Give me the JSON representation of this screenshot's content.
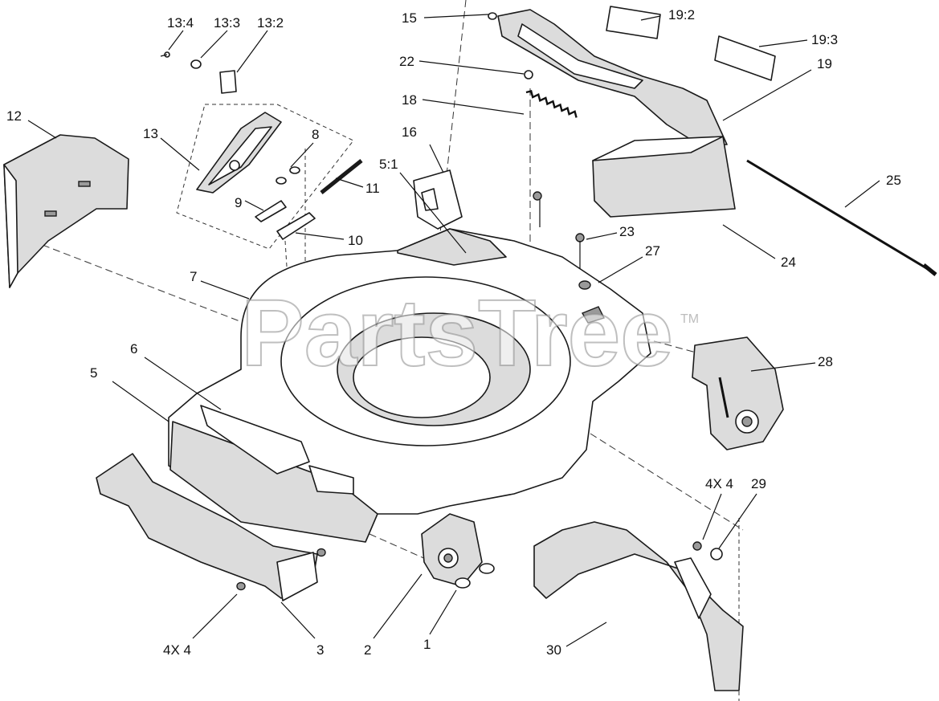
{
  "watermark": {
    "text": "PartsTree",
    "tm": "TM"
  },
  "callouts": {
    "c1": "1",
    "c2": "2",
    "c3": "3",
    "c4x4_left": "4X 4",
    "c4x4_right": "4X 4",
    "c5": "5",
    "c5_1": "5:1",
    "c6": "6",
    "c7": "7",
    "c8": "8",
    "c9": "9",
    "c10": "10",
    "c11": "11",
    "c12": "12",
    "c13": "13",
    "c13_2": "13:2",
    "c13_3": "13:3",
    "c13_4": "13:4",
    "c15": "15",
    "c16": "16",
    "c18": "18",
    "c19": "19",
    "c19_2": "19:2",
    "c19_3": "19:3",
    "c22": "22",
    "c23": "23",
    "c24": "24",
    "c25": "25",
    "c27": "27",
    "c28": "28",
    "c29": "29",
    "c30": "30"
  }
}
